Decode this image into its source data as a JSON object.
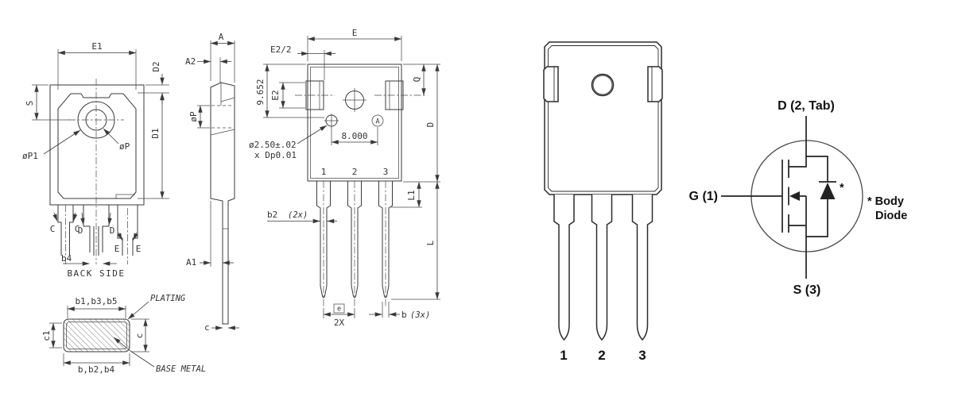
{
  "colors": {
    "line": "#3a3a3a",
    "dark": "#111111",
    "background": "#ffffff"
  },
  "back_side_view": {
    "e1": "E1",
    "d2": "D2",
    "s": "S",
    "p1": "øP1",
    "p": "øP",
    "d1": "D1",
    "b4": "b4",
    "pin_arrows": [
      "C",
      "C",
      "D",
      "D",
      "E",
      "E"
    ],
    "caption": "BACK SIDE"
  },
  "lead_section": {
    "top": "b1,b3,b5",
    "bottom": "b,b2,b4",
    "c1": "c1",
    "c": "c",
    "plating": "PLATING",
    "base_metal": "BASE METAL"
  },
  "side_view": {
    "a": "A",
    "a2": "A2",
    "p": "øP",
    "a1": "A1",
    "c": "c"
  },
  "front_view": {
    "e": "E",
    "e2_half": "E2/2",
    "v9652": "9.652",
    "e2": "E2",
    "q": "Q",
    "d": "D",
    "note1": "ø2.50±.02",
    "note2": "x Dp0.01",
    "dim8": "8.000",
    "datum": "A",
    "pins": [
      "1",
      "2",
      "3"
    ],
    "b2": "b2",
    "b2_qty": "(2x)",
    "l1": "L1",
    "l": "L",
    "pitch": "e",
    "pitch_qty": "2X",
    "b": "b",
    "b_qty": "(3x)"
  },
  "outline_view": {
    "pins": [
      "1",
      "2",
      "3"
    ]
  },
  "symbol": {
    "drain": "D (2, Tab)",
    "gate": "G (1)",
    "source": "S (3)",
    "star": "*",
    "note1": "* Body",
    "note2": "Diode"
  }
}
